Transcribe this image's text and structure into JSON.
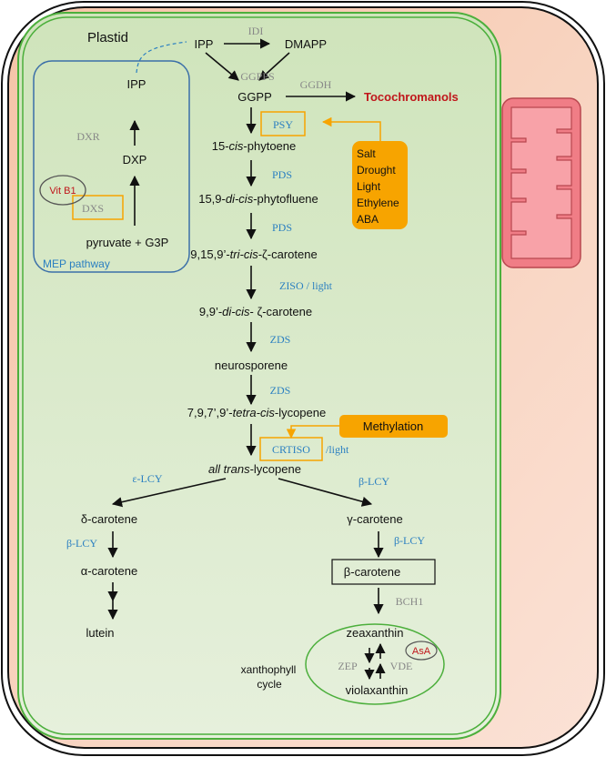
{
  "colors": {
    "cell_fill": "#f8d2bc",
    "plastid_fill": "#d9ebc9",
    "plastid_stroke": "#4caf3c",
    "mep_stroke": "#3b6fa8",
    "enzyme_blue": "#2a7fc1",
    "enzyme_gray": "#888888",
    "highlight_orange": "#f7a400",
    "dark_red": "#c0161b",
    "mito_fill": "#f07d86"
  },
  "labels": {
    "plastid": "Plastid",
    "mep_pathway": "MEP pathway",
    "xanthophyll_cycle_1": "xanthophyll",
    "xanthophyll_cycle_2": "cycle"
  },
  "metabolites": {
    "ipp_top": "IPP",
    "dmapp": "DMAPP",
    "ggpp": "GGPP",
    "tocochromanols": "Tocochromanols",
    "ipp_mep": "IPP",
    "dxp": "DXP",
    "pyruvate_g3p": "pyruvate + G3P",
    "phytoene_a": "15-",
    "phytoene_b": "cis",
    "phytoene_c": "-phytoene",
    "phytofluene_a": "15,9-",
    "phytofluene_b": "di-cis",
    "phytofluene_c": "-phytofluene",
    "zeta_tri_a": "9,15,9’-",
    "zeta_tri_b": "tri-cis",
    "zeta_tri_c": "-ζ-carotene",
    "zeta_di_a": "9,9’-",
    "zeta_di_b": "di-cis",
    "zeta_di_c": "- ζ-carotene",
    "neurosporene": "neurosporene",
    "lycopene_tetra_a": "7,9,7’,9’-",
    "lycopene_tetra_b": "tetra-cis",
    "lycopene_tetra_c": "-lycopene",
    "all_trans_a": "all trans",
    "all_trans_b": "-lycopene",
    "delta_carotene": "δ-carotene",
    "gamma_carotene": "γ-carotene",
    "alpha_carotene": "α-carotene",
    "beta_carotene": "β-carotene",
    "lutein": "lutein",
    "zeaxanthin": "zeaxanthin",
    "violaxanthin": "violaxanthin"
  },
  "enzymes": {
    "idi": "IDI",
    "ggps": "GGPPS",
    "ggdh": "GGDH",
    "dxr": "DXR",
    "dxs": "DXS",
    "psy": "PSY",
    "pds_1": "PDS",
    "pds_2": "PDS",
    "ziso": "ZISO",
    "ziso_light": " / light",
    "zds_1": "ZDS",
    "zds_2": "ZDS",
    "crtiso": "CRTISO",
    "crtiso_light": "/light",
    "e_lcy": "ε-LCY",
    "b_lcy_top": "β-LCY",
    "b_lcy_left": "β-LCY",
    "b_lcy_right": "β-LCY",
    "bch1": "BCH1",
    "zep": "ZEP",
    "vde": "VDE"
  },
  "cofactors": {
    "vit_b1": "Vit B1",
    "asa": "AsA"
  },
  "regulators": {
    "stress": [
      "Salt",
      "Drought",
      "Light",
      "Ethylene",
      "ABA"
    ],
    "methylation": "Methylation"
  }
}
